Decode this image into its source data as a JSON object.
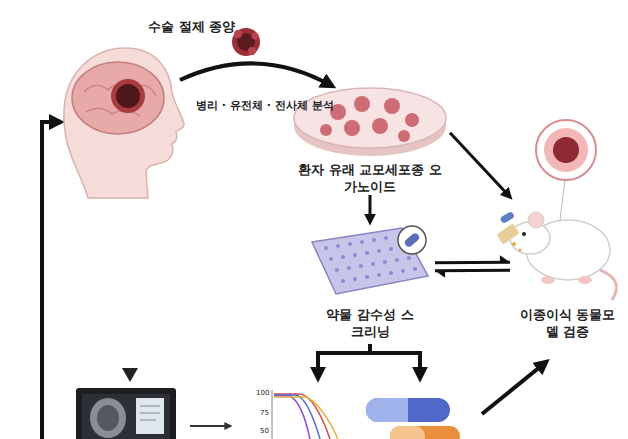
{
  "diagram": {
    "nodes": [
      {
        "text": [
          "환자 유래 교모세포종 오가노이드"
        ]
      },
      {
        "text": [
          "약물 감수성 스크리닝"
        ]
      },
      {
        "text": [
          "이종이식 동물모델 검증"
        ]
      }
    ],
    "edges": [
      {
        "from": 0,
        "to": 1,
        "arrow": "to"
      },
      {
        "from": 0,
        "to": 2,
        "arrow": "to"
      },
      {
        "from": 1,
        "to": 2,
        "arrow": "both"
      }
    ],
    "labels": [
      "수술 절제 종양",
      "병리 · 유전체 · 전사체 분석",
      "100",
      "75",
      "50"
    ]
  }
}
